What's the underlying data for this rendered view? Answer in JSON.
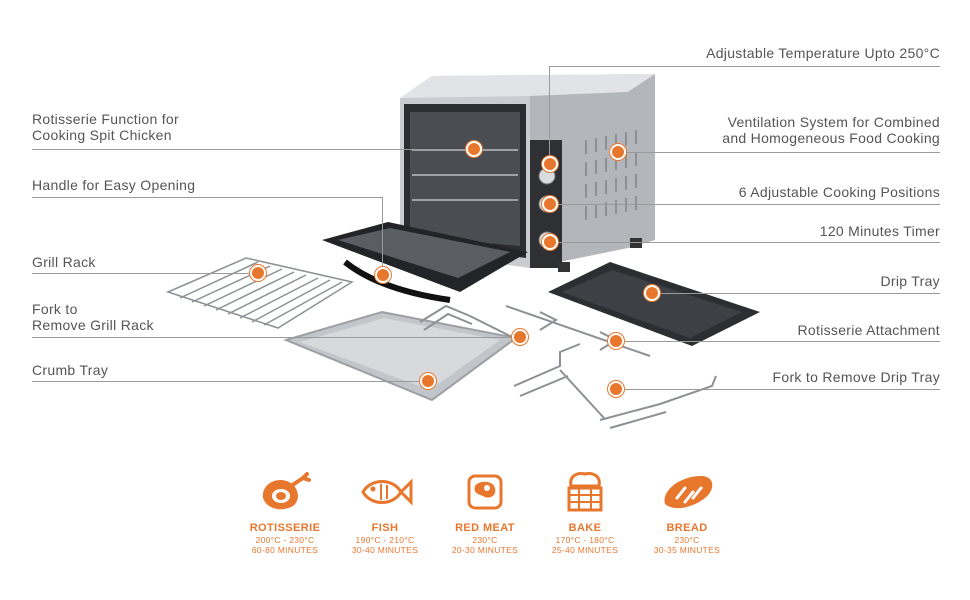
{
  "colors": {
    "accent": "#e8772e",
    "text": "#555555",
    "line": "#9a9a9a"
  },
  "features_left": [
    {
      "line1": "Rotisserie Function for",
      "line2": "Cooking Spit Chicken"
    },
    {
      "line1": "Handle for Easy Opening",
      "line2": ""
    },
    {
      "line1": "Grill Rack",
      "line2": ""
    },
    {
      "line1": "Fork to",
      "line2": "Remove Grill Rack"
    },
    {
      "line1": "Crumb Tray",
      "line2": ""
    }
  ],
  "features_right": [
    {
      "line1": "Adjustable Temperature Upto 250°C",
      "line2": ""
    },
    {
      "line1": "Ventilation System for Combined",
      "line2": "and Homogeneous Food Cooking"
    },
    {
      "line1": "6 Adjustable Cooking Positions",
      "line2": ""
    },
    {
      "line1": "120 Minutes Timer",
      "line2": ""
    },
    {
      "line1": "Drip Tray",
      "line2": ""
    },
    {
      "line1": "Rotisserie Attachment",
      "line2": ""
    },
    {
      "line1": "Fork to Remove Drip Tray",
      "line2": ""
    }
  ],
  "cooking_modes": [
    {
      "icon": "chicken-icon",
      "name": "ROTISSERIE",
      "temp": "200°C - 230°C",
      "time": "60-80 MINUTES"
    },
    {
      "icon": "fish-icon",
      "name": "FISH",
      "temp": "190°C - 210°C",
      "time": "30-40 MINUTES"
    },
    {
      "icon": "steak-icon",
      "name": "RED MEAT",
      "temp": "230°C",
      "time": "20-30 MINUTES"
    },
    {
      "icon": "cake-icon",
      "name": "BAKE",
      "temp": "170°C - 180°C",
      "time": "25-40 MINUTES"
    },
    {
      "icon": "bread-icon",
      "name": "BREAD",
      "temp": "230°C",
      "time": "30-35 MINUTES"
    }
  ]
}
